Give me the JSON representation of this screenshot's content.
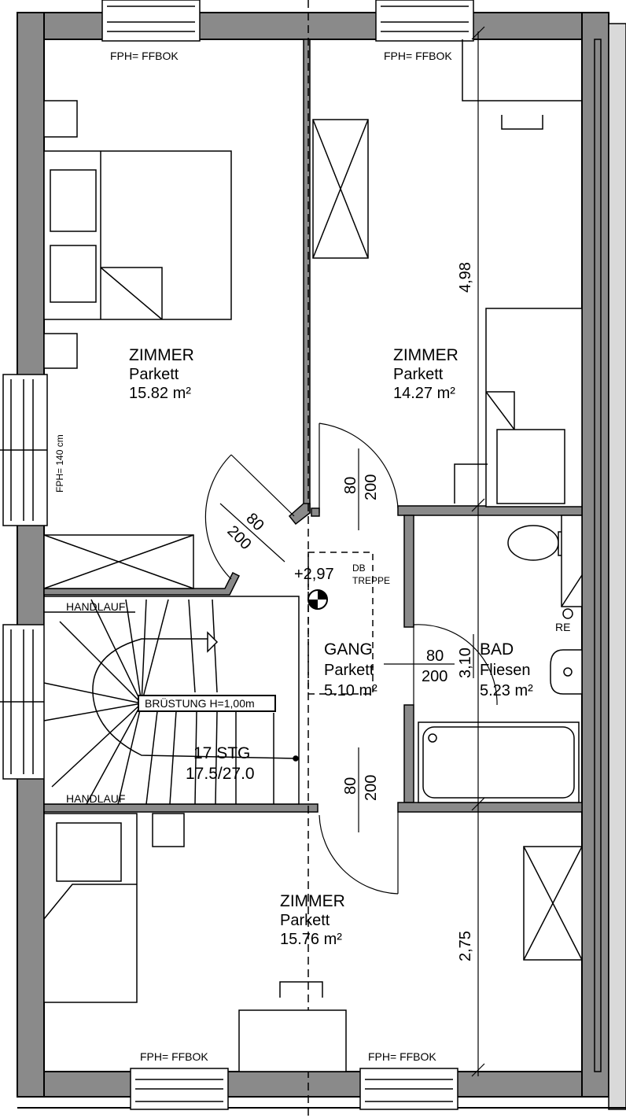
{
  "rooms": {
    "room_top_left": {
      "name": "ZIMMER",
      "floor": "Parkett",
      "area": "15.82 m²"
    },
    "room_top_right": {
      "name": "ZIMMER",
      "floor": "Parkett",
      "area": "14.27 m²"
    },
    "room_bottom": {
      "name": "ZIMMER",
      "floor": "Parkett",
      "area": "15.76 m²"
    },
    "hall": {
      "name": "GANG",
      "floor": "Parkett",
      "area": "5.10 m²"
    },
    "bath": {
      "name": "BAD",
      "floor": "Fliesen",
      "area": "5.23 m²"
    }
  },
  "windows": {
    "top_left": "FPH= FFBOK",
    "top_right": "FPH= FFBOK",
    "bottom_left": "FPH= FFBOK",
    "bottom_right": "FPH= FFBOK",
    "left": "FPH= 140 cm"
  },
  "doors": {
    "door_room1": {
      "w": "80",
      "h": "200"
    },
    "door_room2": {
      "w": "80",
      "h": "200"
    },
    "door_bath": {
      "w": "80",
      "h": "200"
    },
    "door_room3": {
      "w": "80",
      "h": "200"
    }
  },
  "bath_dim": "3,10",
  "dimensions": {
    "upper_right": "4,98",
    "lower_right": "2,75"
  },
  "level": "+2,97",
  "hatch": {
    "line1": "DB",
    "line2": "TREPPE"
  },
  "stairs": {
    "handrail_top": "HANDLAUF",
    "handrail_bottom": "HANDLAUF",
    "balustrade": "BRÜSTUNG H=1,00m",
    "steps": "17 STG",
    "ratio": "17.5/27.0"
  },
  "wc_label": "RE"
}
